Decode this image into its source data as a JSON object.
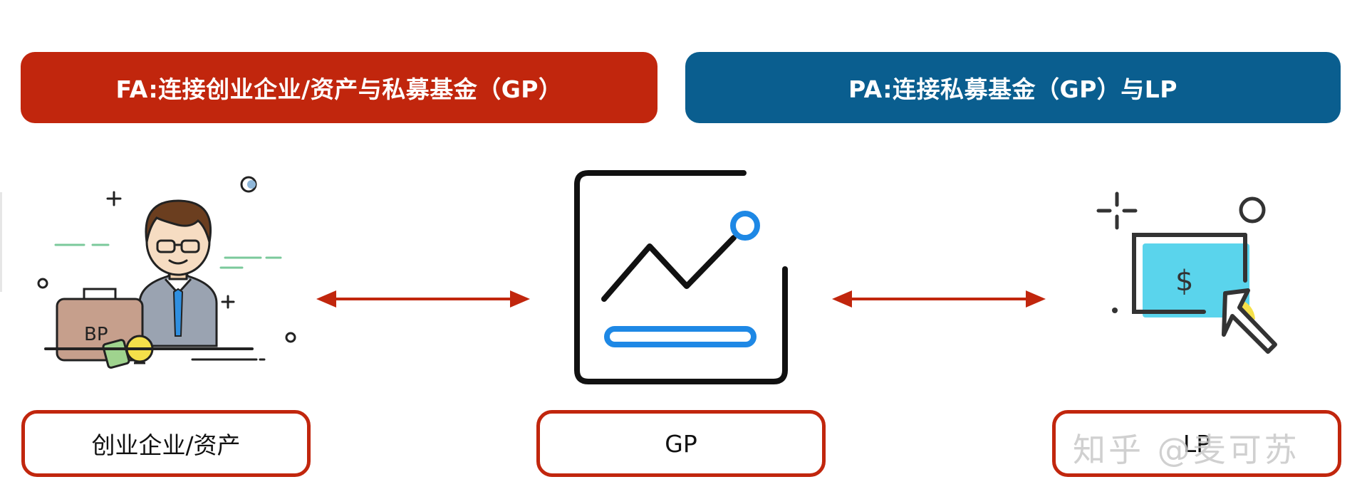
{
  "banners": {
    "fa_text": "FA:连接创业企业/资产与私募基金（GP）",
    "pa_text": "PA:连接私募基金（GP）与LP"
  },
  "nodes": [
    {
      "label": "创业企业/资产"
    },
    {
      "label": "GP"
    },
    {
      "label": "LP"
    }
  ],
  "illustrations": {
    "left_bag_text": "BP",
    "right_screen_symbol": "$"
  },
  "watermark": "知乎 @麦可苏",
  "colors": {
    "fa_red": "#c1260d",
    "pa_blue": "#0a5e8f",
    "arrow_red": "#c1260d",
    "accent_blue": "#1e88e5",
    "cyan": "#5ad4ec",
    "yellow": "#f5e04a"
  }
}
